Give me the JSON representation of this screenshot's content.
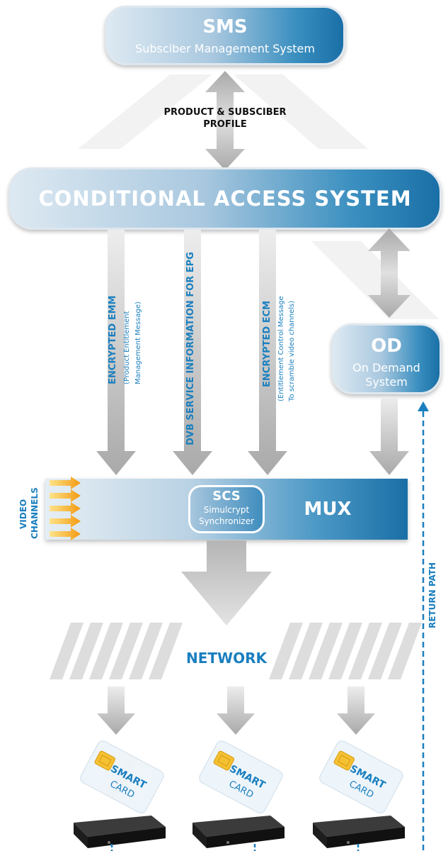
{
  "sms": {
    "title": "SMS",
    "subtitle": "Subsciber Management System"
  },
  "profile_label": {
    "line1": "PRODUCT & SUBSCIBER",
    "line2": "PROFILE"
  },
  "cas": {
    "title": "CONDITIONAL ACCESS SYSTEM"
  },
  "emm": {
    "title": "ENCRYPTED EMM",
    "line1": "(Product Entitlement",
    "line2": "Management Message)"
  },
  "dvb": {
    "title": "DVB SERVICE INFORMATION FOR EPG"
  },
  "ecm": {
    "title": "ENCRYPTED ECM",
    "line1": "(Entitlement Control Message",
    "line2": "To scramble video channels)"
  },
  "od": {
    "title": "OD",
    "line1": "On Demand",
    "line2": "System"
  },
  "video_channels": {
    "line1": "VIDEO",
    "line2": "CHANNELS"
  },
  "scs": {
    "title": "SCS",
    "line1": "Simulcrypt",
    "line2": "Synchronizer"
  },
  "mux": {
    "title": "MUX"
  },
  "network": {
    "label": "NETWORK"
  },
  "return_path": {
    "label": "RETURN PATH"
  },
  "smartcards": [
    {
      "line1": "SMART",
      "line2": "CARD"
    },
    {
      "line1": "SMART",
      "line2": "CARD"
    },
    {
      "line1": "SMART",
      "line2": "CARD"
    }
  ],
  "colors": {
    "accent": "#1a7fbf",
    "box_dark": "#1a6fa6",
    "arrow_grey": "#c4c4c4",
    "input_arrow": "#f7a51c"
  }
}
